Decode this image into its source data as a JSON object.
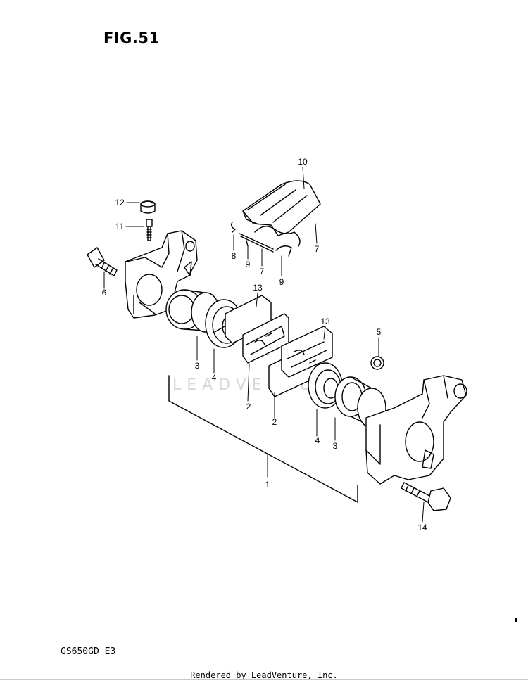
{
  "figure": {
    "title": "FIG.51",
    "model_code": "GS650GD E3",
    "footer_credit": "Rendered by LeadVenture, Inc.",
    "watermark": "LEADVENTURE"
  },
  "callouts": {
    "c1": "1",
    "c2a": "2",
    "c2b": "2",
    "c3a": "3",
    "c3b": "3",
    "c4a": "4",
    "c4b": "4",
    "c5": "5",
    "c6": "6",
    "c7a": "7",
    "c7b": "7",
    "c8": "8",
    "c9a": "9",
    "c9b": "9",
    "c10": "10",
    "c11": "11",
    "c12": "12",
    "c13a": "13",
    "c13b": "13",
    "c14": "14"
  }
}
